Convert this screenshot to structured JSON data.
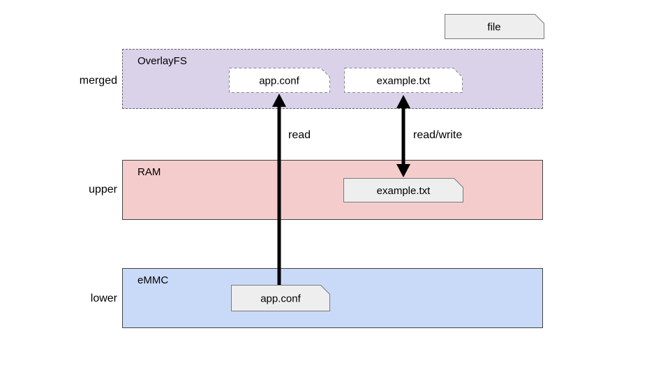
{
  "legend": {
    "file_label": "file"
  },
  "layers": {
    "merged": {
      "side_label": "merged",
      "title": "OverlayFS"
    },
    "upper": {
      "side_label": "upper",
      "title": "RAM"
    },
    "lower": {
      "side_label": "lower",
      "title": "eMMC"
    }
  },
  "files": {
    "merged_app_conf": "app.conf",
    "merged_example_txt": "example.txt",
    "upper_example_txt": "example.txt",
    "lower_app_conf": "app.conf"
  },
  "arrows": {
    "read": {
      "label": "read",
      "direction": "up"
    },
    "read_write": {
      "label": "read/write",
      "direction": "both"
    }
  },
  "colors": {
    "merged_fill": "#d9d2e9",
    "upper_fill": "#f4cccc",
    "lower_fill": "#c9daf8",
    "file_box_fill": "#eeeeee",
    "white_file_fill": "#ffffff",
    "layer_border": "#434343",
    "dashed_border": "#666666",
    "arrow": "#000000"
  }
}
